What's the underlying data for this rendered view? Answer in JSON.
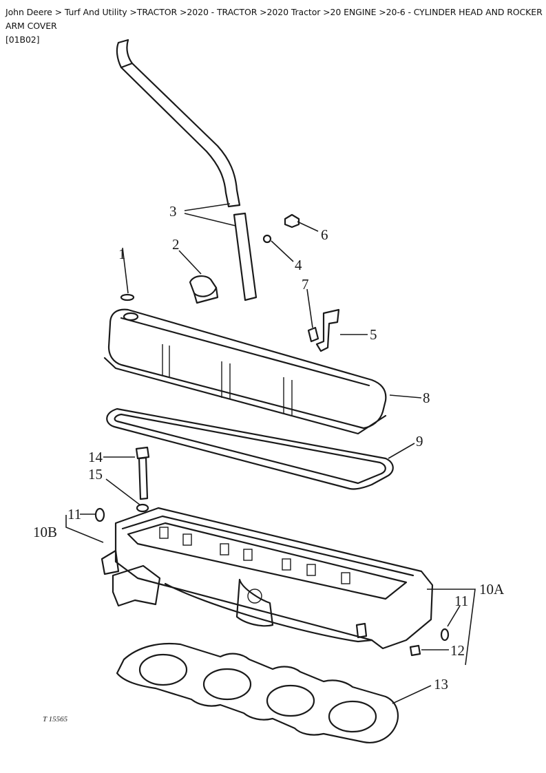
{
  "breadcrumb": {
    "line1": "John Deere > Turf And Utility >TRACTOR >2020 - TRACTOR >2020 Tractor >20 ENGINE >20-6 - CYLINDER HEAD AND ROCKER ARM COVER",
    "line2": "[01B02]"
  },
  "diagram": {
    "figure_id": "T 15565",
    "callouts": {
      "c1": "1",
      "c2": "2",
      "c3": "3",
      "c4": "4",
      "c5": "5",
      "c6": "6",
      "c7": "7",
      "c8": "8",
      "c9": "9",
      "c10a": "10A",
      "c10b": "10B",
      "c11a": "11",
      "c11b": "11",
      "c12": "12",
      "c13": "13",
      "c14": "14",
      "c15": "15"
    }
  }
}
